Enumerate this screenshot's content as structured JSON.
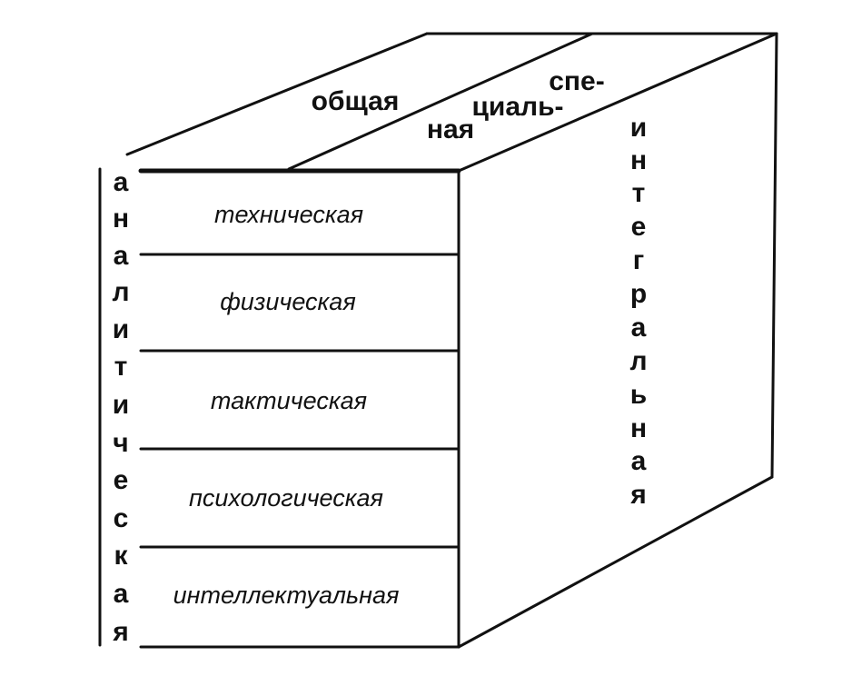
{
  "layers": [
    "техническая",
    "физическая",
    "тактическая",
    "психологическая",
    "интеллектуальная"
  ],
  "top_face": {
    "general": "общая",
    "special_lines": [
      "спе-",
      "циаль-",
      "ная"
    ]
  },
  "left_side_label_letters": [
    "а",
    "н",
    "а",
    "л",
    "и",
    "т",
    "и",
    "ч",
    "е",
    "с",
    "к",
    "а",
    "я"
  ],
  "right_side_label_letters": [
    "и",
    "н",
    "т",
    "е",
    "г",
    "р",
    "а",
    "л",
    "ь",
    "н",
    "а",
    "я"
  ],
  "colors": {
    "line": "#111111",
    "background": "#ffffff"
  }
}
